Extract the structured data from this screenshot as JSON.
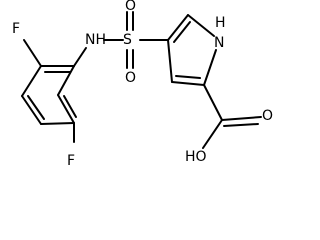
{
  "molecule": {
    "atom_labels": {
      "fluorine_top": "F",
      "fluorine_bottom": "F",
      "amine": "NH",
      "sulfur": "S",
      "sulfonyl_oxygen_top": "O",
      "sulfonyl_oxygen_bottom": "O",
      "ring_nitrogen_h": "H",
      "ring_nitrogen": "N",
      "hydroxyl": "HO",
      "carbonyl_oxygen": "O"
    }
  }
}
